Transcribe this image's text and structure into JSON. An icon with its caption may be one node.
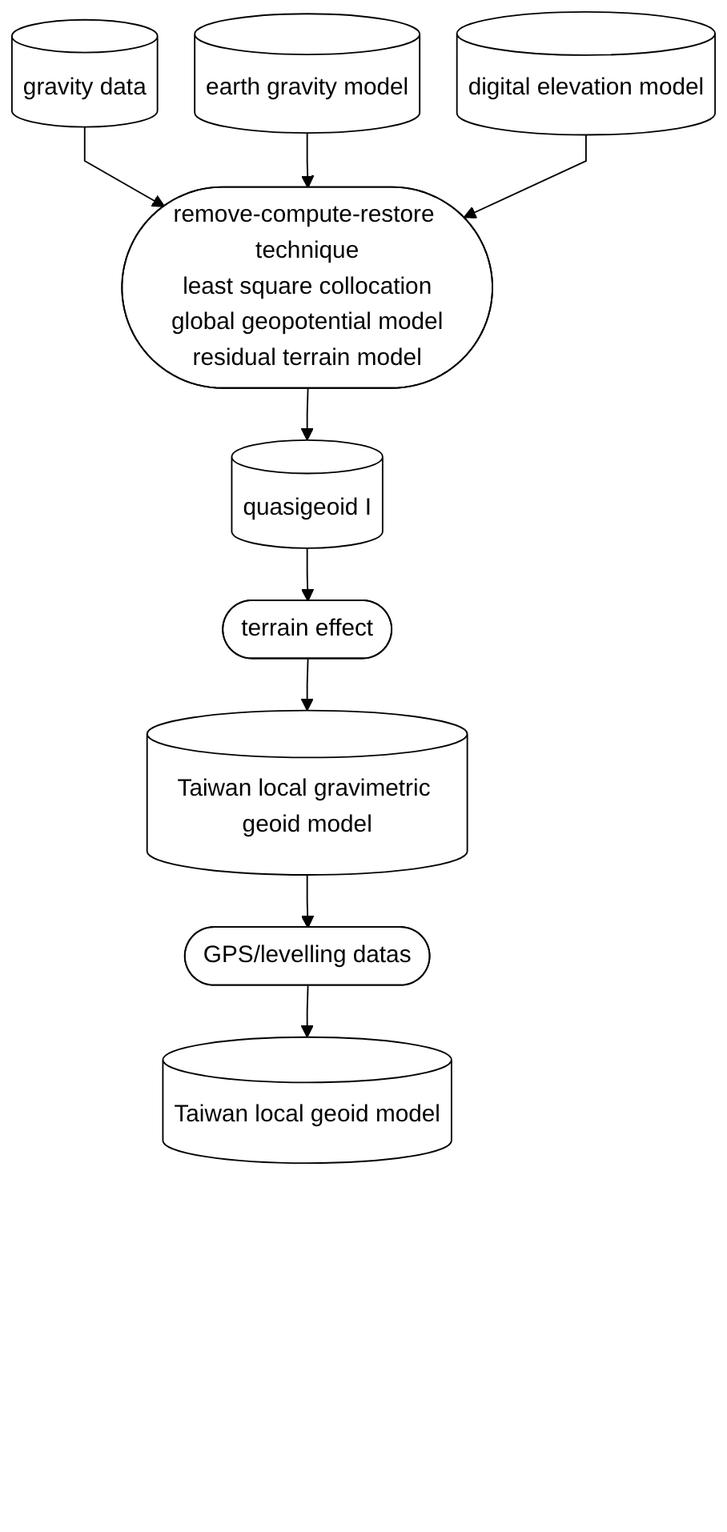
{
  "diagram": {
    "nodes": [
      {
        "text": [
          "gravity data"
        ]
      },
      {
        "text": [
          "earth gravity model"
        ]
      },
      {
        "text": [
          "digital elevation model"
        ]
      },
      {
        "text": [
          "remove-compute-restore technique",
          "least square collocation",
          "global geopotential model",
          "residual terrain model"
        ]
      },
      {
        "text": [
          "quasigeoid I"
        ]
      },
      {
        "text": [
          "terrain effect"
        ]
      },
      {
        "text": [
          "Taiwan local gravimetric geoid model"
        ]
      },
      {
        "text": [
          "GPS/levelling datas"
        ]
      },
      {
        "text": [
          "Taiwan local geoid model"
        ]
      }
    ],
    "edges": [
      {
        "from": 0,
        "to": 3,
        "arrow": "to"
      },
      {
        "from": 1,
        "to": 3,
        "arrow": "to"
      },
      {
        "from": 2,
        "to": 3,
        "arrow": "to"
      },
      {
        "from": 3,
        "to": 4,
        "arrow": "to"
      },
      {
        "from": 4,
        "to": 5,
        "arrow": "to"
      },
      {
        "from": 5,
        "to": 6,
        "arrow": "to"
      },
      {
        "from": 6,
        "to": 7,
        "arrow": "to"
      },
      {
        "from": 7,
        "to": 8,
        "arrow": "to"
      }
    ]
  }
}
